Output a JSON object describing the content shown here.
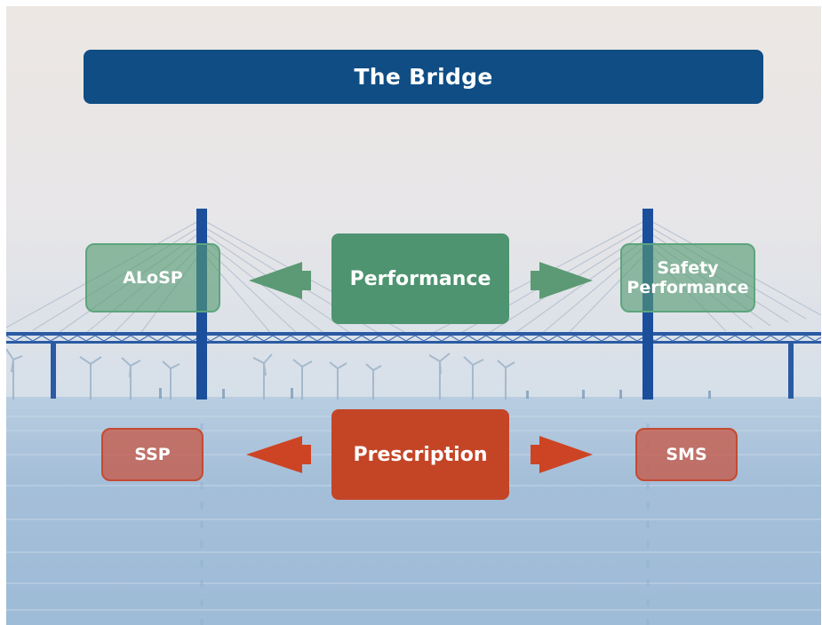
{
  "title": "The Bridge",
  "performance": {
    "center": "Performance",
    "left": "ALoSP",
    "right_line1": "Safety",
    "right_line2": "Performance"
  },
  "prescription": {
    "center": "Prescription",
    "left": "SSP",
    "right": "SMS"
  },
  "colors": {
    "title_bar": "#0f4d84",
    "performance_green": "#4e9470",
    "prescription_red": "#c44526",
    "bridge_blue": "#1b4f9b"
  },
  "icons": [
    "bridge-illustration",
    "wind-turbines",
    "left-arrow",
    "right-arrow"
  ]
}
